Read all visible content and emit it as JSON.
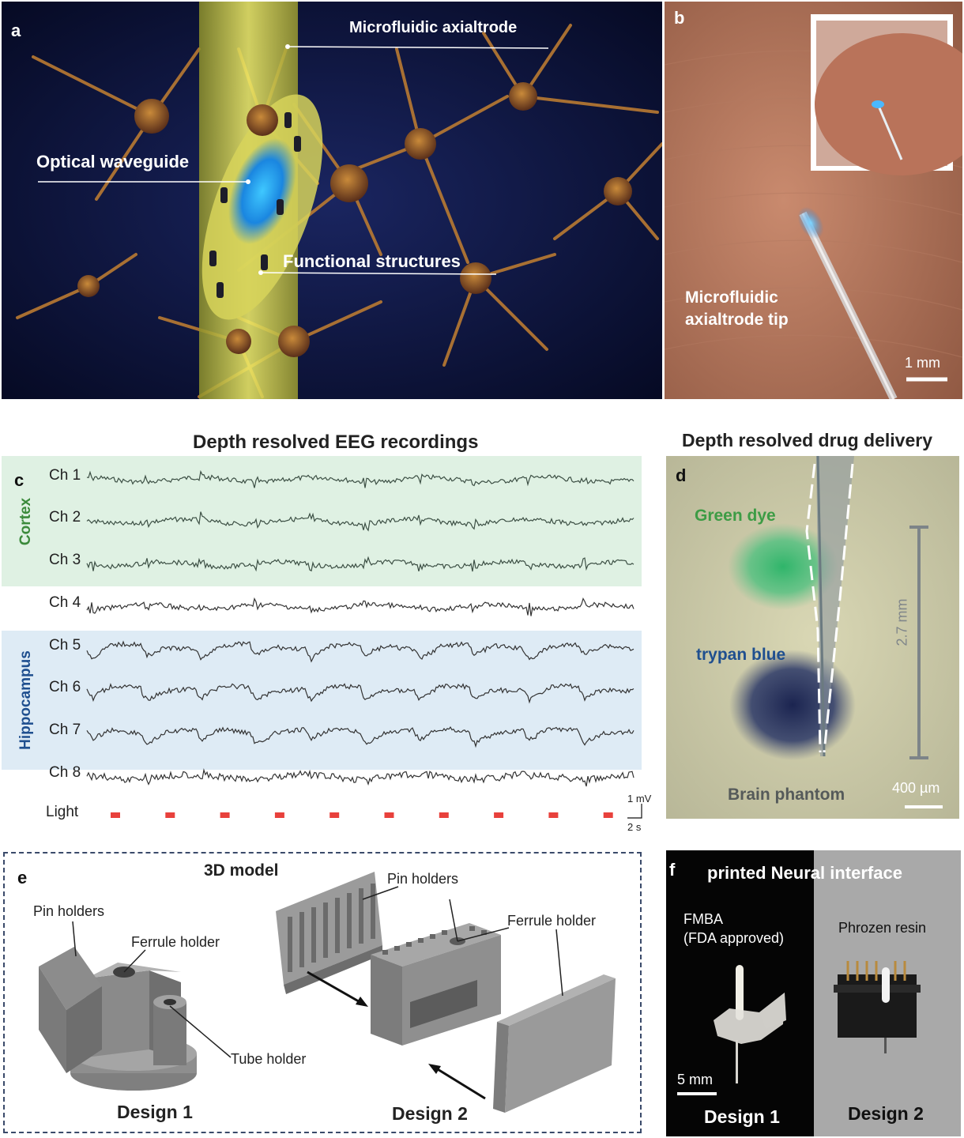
{
  "panel_a": {
    "letter": "a",
    "labels": {
      "axialtrode": "Microfluidic axialtrode",
      "waveguide": "Optical waveguide",
      "functional": "Functional structures"
    }
  },
  "panel_b": {
    "letter": "b",
    "tip_line1": "Microfluidic",
    "tip_line2": "axialtrode tip",
    "scale": "1 mm"
  },
  "panel_c": {
    "letter": "c",
    "title": "Depth resolved EEG recordings",
    "regions": {
      "cortex": "Cortex",
      "hippocampus": "Hippocampus"
    },
    "channels": [
      "Ch 1",
      "Ch 2",
      "Ch 3",
      "Ch 4",
      "Ch 5",
      "Ch 6",
      "Ch 7",
      "Ch 8"
    ],
    "light_label": "Light",
    "scalebar_mv": "1 mV",
    "scalebar_s": "2 s",
    "light_pulse_count": 10,
    "colors": {
      "cortex_bg": "#dff1e3",
      "hippo_bg": "#deebf5",
      "cortex_text": "#3b8a3b",
      "hippo_text": "#1f4f8f",
      "pulse": "#e8413c"
    }
  },
  "panel_d": {
    "letter": "d",
    "title": "Depth resolved drug delivery",
    "green_dye": "Green dye",
    "trypan_blue": "trypan blue",
    "depth": "2.7 mm",
    "phantom": "Brain phantom",
    "scale": "400 µm"
  },
  "panel_e": {
    "letter": "e",
    "title": "3D model",
    "design1": {
      "pin_holders": "Pin holders",
      "ferrule_holder": "Ferrule holder",
      "tube_holder": "Tube holder",
      "name": "Design 1"
    },
    "design2": {
      "pin_holders": "Pin holders",
      "ferrule_holder": "Ferrule holder",
      "name": "Design 2"
    }
  },
  "panel_f": {
    "letter": "f",
    "title": "printed Neural interface",
    "left_material_line1": "FMBA",
    "left_material_line2": "(FDA approved)",
    "right_material": "Phrozen resin",
    "scale": "5 mm",
    "design1": "Design 1",
    "design2": "Design 2"
  }
}
